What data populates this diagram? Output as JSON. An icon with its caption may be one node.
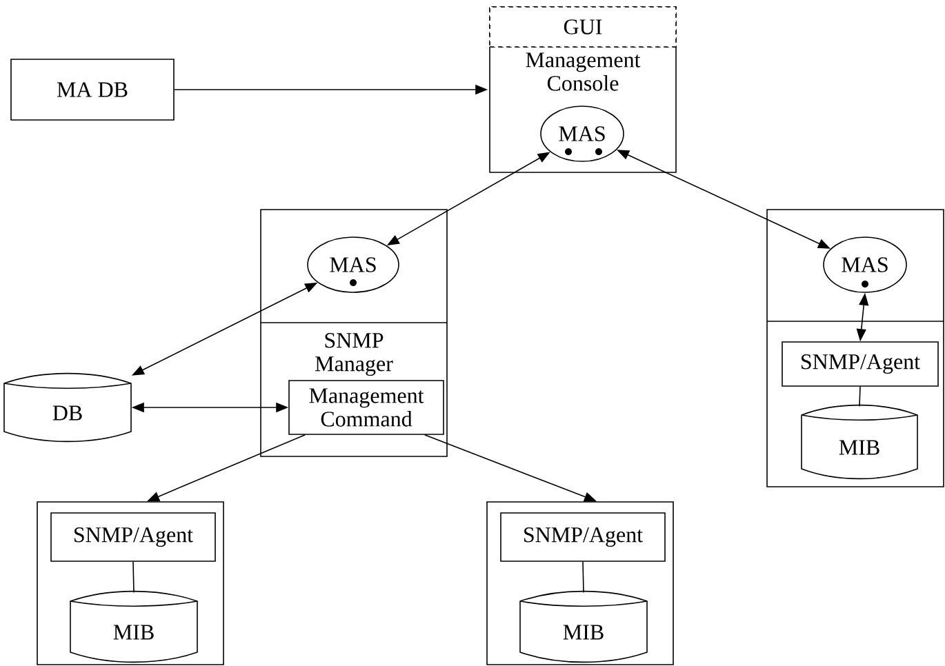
{
  "diagram": {
    "nodes": [
      {
        "text": [
          "MA DB"
        ]
      },
      {
        "text": [
          "Management Console"
        ]
      },
      {
        "text": [
          "GUI"
        ],
        "in": 1
      },
      {
        "text": [
          "MAS"
        ],
        "in": 1
      },
      {
        "text": [
          "SNMP Manager"
        ]
      },
      {
        "text": [
          "MAS"
        ],
        "in": 4
      },
      {
        "text": [
          "Management Command"
        ],
        "in": 4
      },
      {
        "text": [
          "DB"
        ]
      },
      {
        "text": [],
        "shape": "box"
      },
      {
        "text": [
          "MAS"
        ],
        "in": 8
      },
      {
        "text": [
          "SNMP/Agent"
        ],
        "in": 8
      },
      {
        "text": [
          "MIB"
        ],
        "in": 8
      },
      {
        "text": [],
        "shape": "box"
      },
      {
        "text": [
          "SNMP/Agent"
        ],
        "in": 12
      },
      {
        "text": [
          "MIB"
        ],
        "in": 12
      },
      {
        "text": [],
        "shape": "box"
      },
      {
        "text": [
          "SNMP/Agent"
        ],
        "in": 15
      },
      {
        "text": [
          "MIB"
        ],
        "in": 15
      }
    ],
    "edges": [
      {
        "from": 0,
        "to": 1,
        "arrow": "to"
      },
      {
        "from": 3,
        "to": 5,
        "arrow": "both"
      },
      {
        "from": 5,
        "to": 7,
        "arrow": "both"
      },
      {
        "from": 3,
        "to": 9,
        "arrow": "both"
      },
      {
        "from": 9,
        "to": 10,
        "arrow": "both"
      },
      {
        "from": 10,
        "to": 11,
        "arrow": "none"
      },
      {
        "from": 7,
        "to": 6,
        "arrow": "both"
      },
      {
        "from": 6,
        "to": 12,
        "arrow": "to"
      },
      {
        "from": 6,
        "to": 15,
        "arrow": "to"
      },
      {
        "from": 13,
        "to": 14,
        "arrow": "none"
      },
      {
        "from": 16,
        "to": 17,
        "arrow": "none"
      }
    ]
  }
}
